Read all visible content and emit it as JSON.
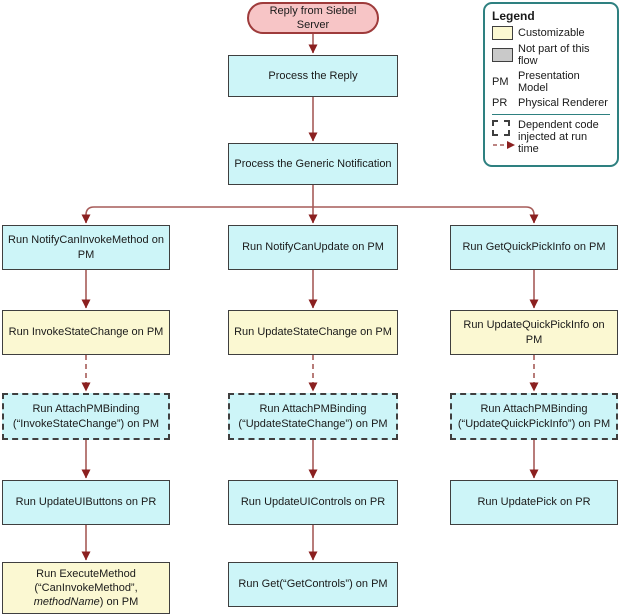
{
  "colors": {
    "node_cyan": "#CDF5F8",
    "node_yellow": "#FBF8D2",
    "node_pink": "#F7C5C6",
    "node_border": "#3F3F3F",
    "oval_border": "#9E3B3B",
    "arrow_line": "#A65B58",
    "arrow_head": "#8B2020",
    "legend_border": "#2E8080",
    "legend_gray_swatch": "#C9C9C9"
  },
  "nodes": {
    "start": "Reply from Siebel Server",
    "process_reply": "Process the Reply",
    "process_notification": "Process the Generic Notification",
    "notify_can_invoke": "Run NotifyCanInvokeMethod on PM",
    "invoke_state_change": "Run InvokeStateChange on PM",
    "attach_invoke": "Run AttachPMBinding (“InvokeStateChange”) on PM",
    "update_ui_buttons": "Run UpdateUIButtons on PR",
    "execute_method_line1": "Run ExecuteMethod",
    "execute_method_line2": "(“CanInvokeMethod”,",
    "execute_method_italic": "methodName",
    "execute_method_line3": ") on PM",
    "notify_can_update": "Run NotifyCanUpdate on PM",
    "update_state_change": "Run UpdateStateChange on PM",
    "attach_update": "Run AttachPMBinding (“UpdateStateChange”) on PM",
    "update_ui_controls": "Run UpdateUIControls on PR",
    "get_controls": "Run Get(“GetControls”) on PM",
    "get_quick_pick": "Run GetQuickPickInfo on PM",
    "update_quick_pick": "Run UpdateQuickPickInfo on PM",
    "attach_quick_pick": "Run AttachPMBinding (“UpdateQuickPickInfo”) on PM",
    "update_pick": "Run UpdatePick on PR"
  },
  "legend": {
    "title": "Legend",
    "customizable": "Customizable",
    "not_part": "Not part of this flow",
    "pm_key": "PM",
    "pm_label": "Presentation Model",
    "pr_key": "PR",
    "pr_label": "Physical Renderer",
    "dependent": "Dependent code injected at run time"
  }
}
